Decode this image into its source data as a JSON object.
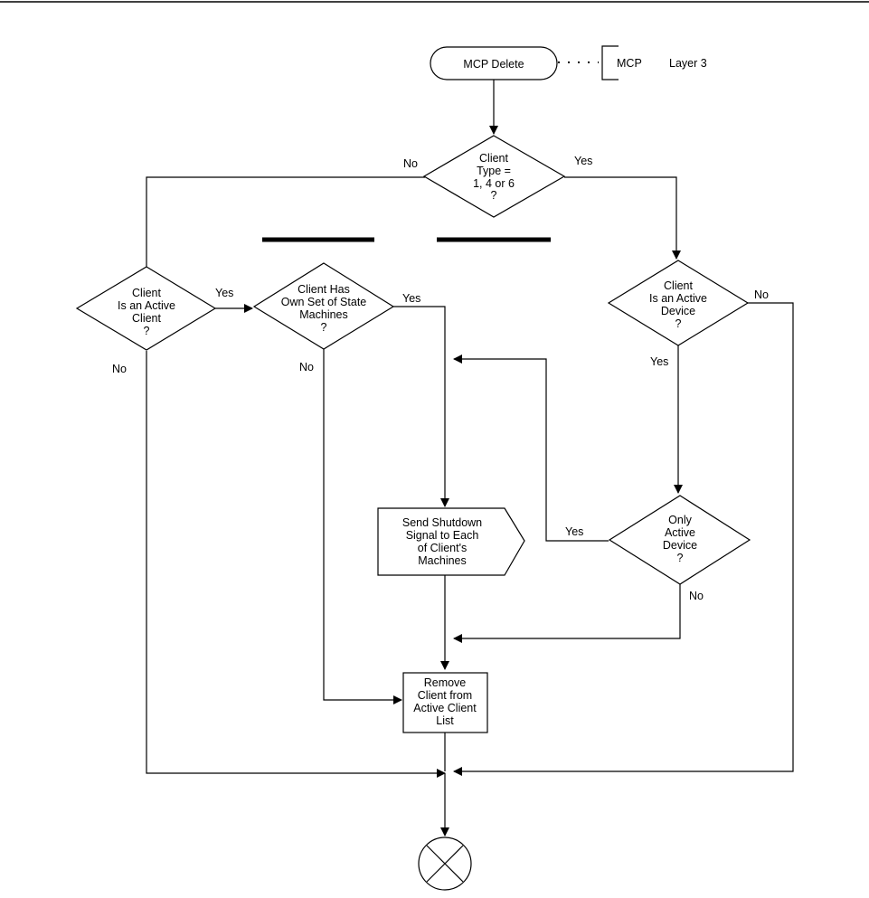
{
  "nodes": {
    "start": "MCP Delete",
    "annotation": {
      "name": "MCP",
      "layer": "Layer 3"
    },
    "client_type": [
      "Client",
      "Type =",
      "1, 4 or 6",
      "?"
    ],
    "active_client": [
      "Client",
      "Is an Active",
      "Client",
      "?"
    ],
    "own_state_machines": [
      "Client Has",
      "Own Set of State",
      "Machines",
      "?"
    ],
    "active_device": [
      "Client",
      "Is an Active",
      "Device",
      "?"
    ],
    "only_active_device": [
      "Only",
      "Active",
      "Device",
      "?"
    ],
    "send_shutdown": [
      "Send Shutdown",
      "Signal to Each",
      "of Client's",
      "Machines"
    ],
    "remove_client": [
      "Remove",
      "Client from",
      "Active Client",
      "List"
    ]
  },
  "labels": {
    "client_type_no": "No",
    "client_type_yes": "Yes",
    "active_client_yes": "Yes",
    "active_client_no": "No",
    "own_sm_yes": "Yes",
    "own_sm_no": "No",
    "active_device_no": "No",
    "active_device_yes": "Yes",
    "only_active_yes": "Yes",
    "only_active_no": "No"
  }
}
